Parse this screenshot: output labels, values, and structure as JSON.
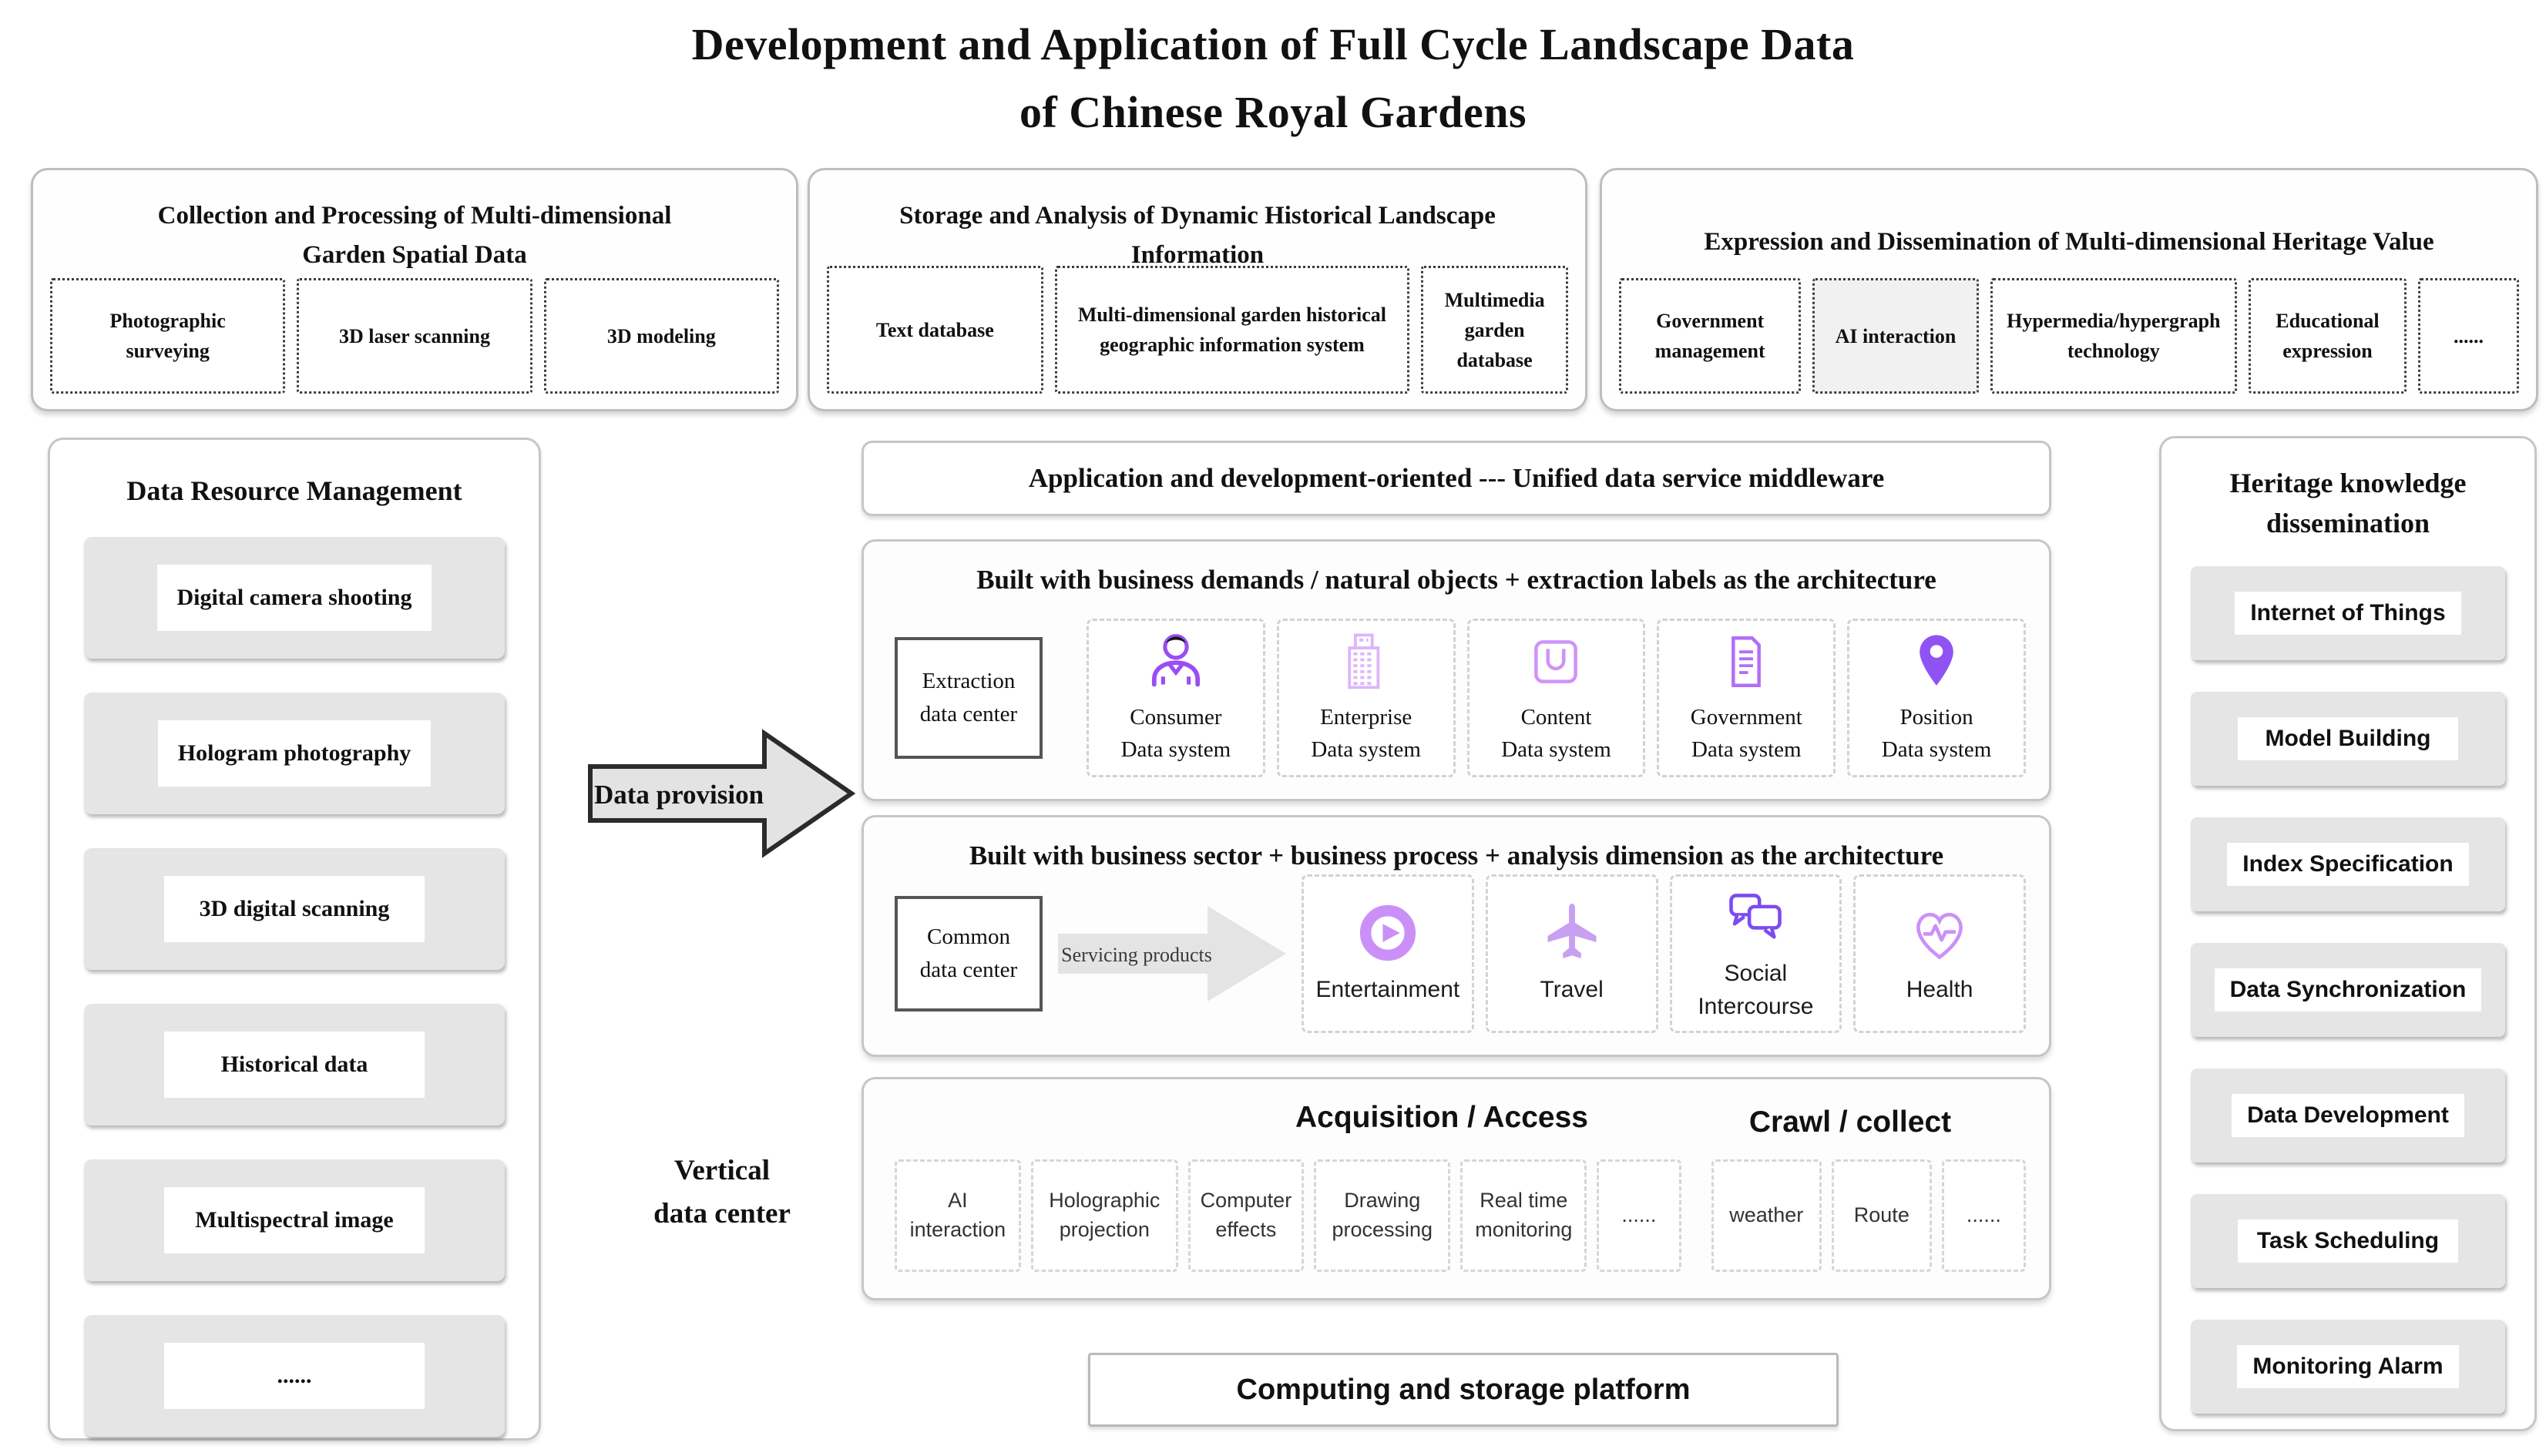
{
  "title": "Development and Application of Full Cycle Landscape Data\nof Chinese Royal Gardens",
  "top_sections": [
    {
      "heading": "Collection and Processing of Multi-dimensional\nGarden Spatial Data",
      "items": [
        {
          "label": "Photographic\nsurveying"
        },
        {
          "label": "3D laser scanning"
        },
        {
          "label": "3D modeling"
        }
      ]
    },
    {
      "heading": "Storage and Analysis of Dynamic Historical Landscape\nInformation",
      "items": [
        {
          "label": "Text database"
        },
        {
          "label": "Multi-dimensional garden historical\ngeographic information system"
        },
        {
          "label": "Multimedia\ngarden\ndatabase"
        }
      ]
    },
    {
      "heading": "Expression and Dissemination of Multi-dimensional Heritage Value",
      "items": [
        {
          "label": "Government\nmanagement"
        },
        {
          "label": "AI interaction"
        },
        {
          "label": "Hypermedia/hypergraph\ntechnology"
        },
        {
          "label": "Educational\nexpression"
        },
        {
          "label": "......"
        }
      ]
    }
  ],
  "left_panel": {
    "title": "Data Resource Management",
    "items": [
      "Digital camera shooting",
      "Hologram photography",
      "3D digital scanning",
      "Historical data",
      "Multispectral image",
      "......"
    ]
  },
  "flow": {
    "arrow_label": "Data provision",
    "vertical_label": "Vertical\ndata center"
  },
  "middleware_bar": "Application and development-oriented --- Unified data service middleware",
  "extraction_section": {
    "heading": "Built with business demands / natural objects + extraction labels as the architecture",
    "center_box": "Extraction\ndata center",
    "systems": [
      {
        "label": "Consumer\nData system",
        "icon": "person-icon"
      },
      {
        "label": "Enterprise\nData system",
        "icon": "building-icon"
      },
      {
        "label": "Content\nData system",
        "icon": "content-icon"
      },
      {
        "label": "Government\nData system",
        "icon": "document-icon"
      },
      {
        "label": "Position\nData system",
        "icon": "map-pin-icon"
      }
    ]
  },
  "common_section": {
    "heading": "Built with business sector + business process + analysis dimension as the architecture",
    "center_box": "Common\ndata center",
    "arrow_label": "Servicing products",
    "products": [
      {
        "label": "Entertainment",
        "icon": "play-icon"
      },
      {
        "label": "Travel",
        "icon": "airplane-icon"
      },
      {
        "label": "Social\nIntercourse",
        "icon": "chat-bubbles-icon"
      },
      {
        "label": "Health",
        "icon": "heart-pulse-icon"
      }
    ]
  },
  "acquisition_section": {
    "header_left": "Acquisition / Access",
    "header_right": "Crawl / collect",
    "items": [
      "AI\ninteraction",
      "Holographic\nprojection",
      "Computer\neffects",
      "Drawing\nprocessing",
      "Real time\nmonitoring",
      "......",
      "weather",
      "Route",
      "......"
    ]
  },
  "platform_bar": "Computing and storage platform",
  "right_panel": {
    "title": "Heritage knowledge\ndissemination",
    "items": [
      "Internet of Things",
      "Model Building",
      "Index Specification",
      "Data Synchronization",
      "Data Development",
      "Task Scheduling",
      "Monitoring Alarm"
    ]
  },
  "colors": {
    "bright_purple": "#9b4df2",
    "mid_purple": "#7c4cf0",
    "light_purple": "#cb90f8",
    "pale_purple": "#dcb6fb",
    "box_gray": "#e5e5e5",
    "border_gray": "#c6c6c6",
    "arrow_fill": "#e3e3e3"
  }
}
